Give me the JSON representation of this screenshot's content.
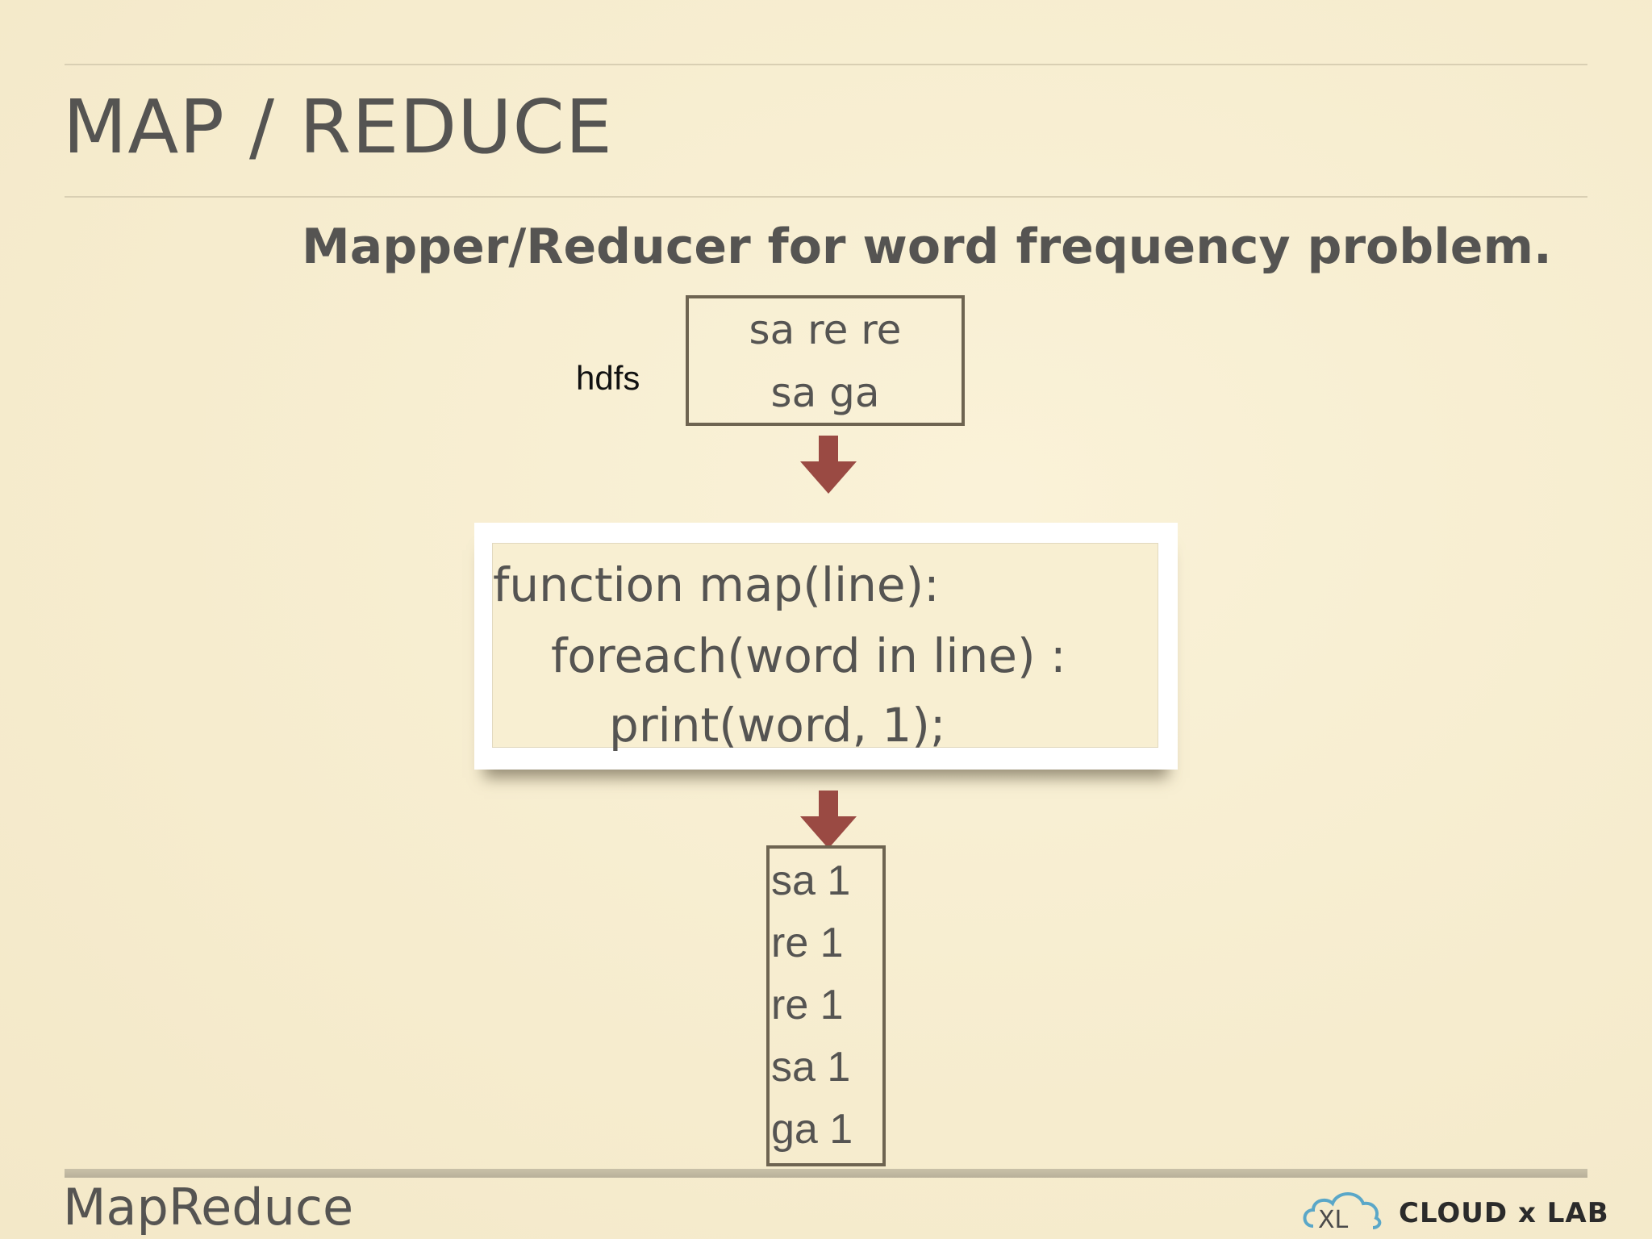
{
  "slide": {
    "title": "MAP / REDUCE",
    "subtitle": "Mapper/Reducer for word frequency problem.",
    "footer_label": "MapReduce"
  },
  "diagram": {
    "input_label": "hdfs",
    "input_lines": [
      "sa re re",
      "sa ga"
    ],
    "map_function": {
      "line1": "function map(line):",
      "line2": "foreach(word in line) :",
      "line3": "print(word, 1);"
    },
    "output_lines": [
      "sa 1",
      "re 1",
      "re 1",
      "sa 1",
      "ga 1"
    ]
  },
  "brand": {
    "text": "CLOUD x LAB",
    "logo": "cloud-xl-logo"
  },
  "colors": {
    "background": "#f8efd2",
    "text": "#555452",
    "arrow": "#9a4a43",
    "box_border": "#6e6451"
  }
}
